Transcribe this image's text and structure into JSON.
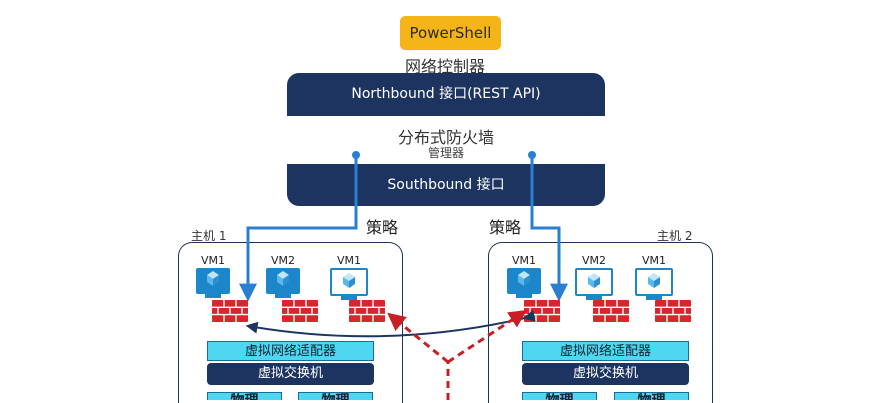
{
  "powershell": {
    "label": "PowerShell"
  },
  "network_controller": {
    "label": "网络控制器",
    "northbound": "Northbound 接口(REST API)",
    "dfw_title": "分布式防火墙",
    "dfw_subtitle": "管理器",
    "southbound": "Southbound 接口"
  },
  "policy": {
    "left": "策略",
    "right": "策略"
  },
  "host1": {
    "label": "主机 1",
    "vms": [
      "VM1",
      "VM2",
      "VM1"
    ],
    "nic": "虚拟网络适配器",
    "vswitch": "虚拟交换机",
    "phys": [
      "物理",
      "物理"
    ]
  },
  "host2": {
    "label": "主机 2",
    "vms": [
      "VM1",
      "VM2",
      "VM1"
    ],
    "nic": "虚拟网络适配器",
    "vswitch": "虚拟交换机",
    "phys": [
      "物理",
      "物理"
    ]
  },
  "colors": {
    "navy": "#1d3461",
    "accent": "#f5b417",
    "vm_blue": "#1b86c9",
    "nic_cyan": "#4fd6f0",
    "firewall_red": "#d9262c",
    "arrow_red": "#c81f25",
    "policy_line": "#2a7fd0"
  }
}
